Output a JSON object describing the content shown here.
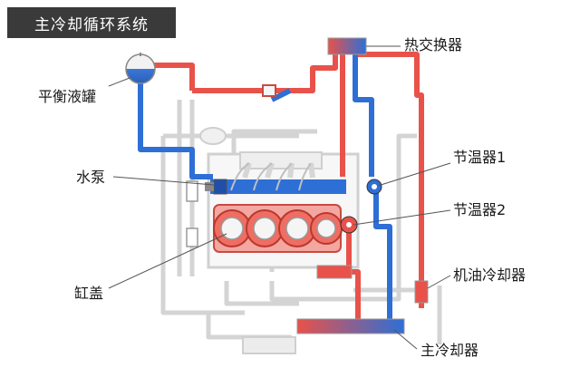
{
  "title": "主冷却循环系统",
  "labels": {
    "heat_exchanger": "热交换器",
    "expansion_tank": "平衡液罐",
    "water_pump": "水泵",
    "thermostat_1": "节温器1",
    "thermostat_2": "节温器2",
    "oil_cooler": "机油冷却器",
    "cylinder_head": "缸盖",
    "main_radiator": "主冷却器"
  },
  "colors": {
    "hot_coolant": "#e8524a",
    "cold_coolant": "#2e6fd6",
    "inactive_pipe": "#d4d4d4",
    "title_bg": "#3a3a3a"
  }
}
